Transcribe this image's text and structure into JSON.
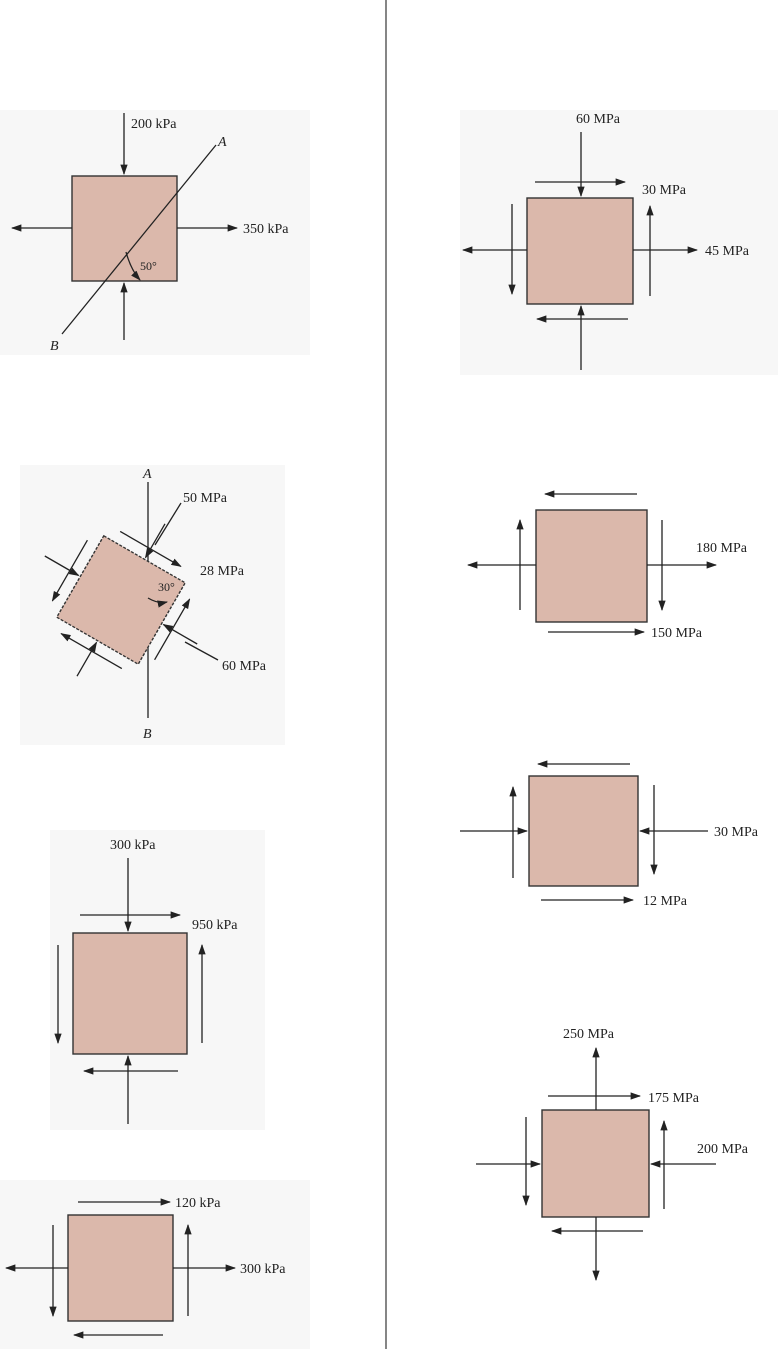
{
  "colors": {
    "element_fill": "#dbb8ab",
    "element_stroke": "#333333",
    "line": "#222222",
    "panel_bg": "#f7f7f7"
  },
  "figures": [
    {
      "id": "fig-a",
      "labels": {
        "stress_top": "200 kPa",
        "stress_right": "350 kPa",
        "angle": "50°",
        "axis_a": "A",
        "axis_b": "B"
      }
    },
    {
      "id": "fig-b",
      "labels": {
        "stress_a": "50 MPa",
        "stress_b": "28 MPa",
        "stress_c": "60 MPa",
        "angle": "30°",
        "axis_a": "A",
        "axis_b": "B"
      }
    },
    {
      "id": "fig-c",
      "labels": {
        "stress_top": "300 kPa",
        "stress_shear": "950 kPa"
      }
    },
    {
      "id": "fig-d",
      "labels": {
        "stress_shear": "120 kPa",
        "stress_right": "300 kPa"
      }
    },
    {
      "id": "fig-e",
      "labels": {
        "stress_top": "60 MPa",
        "stress_shear": "30 MPa",
        "stress_right": "45 MPa"
      }
    },
    {
      "id": "fig-f",
      "labels": {
        "stress_right": "180 MPa",
        "stress_shear": "150 MPa"
      }
    },
    {
      "id": "fig-g",
      "labels": {
        "stress_right": "30 MPa",
        "stress_shear": "12 MPa"
      }
    },
    {
      "id": "fig-h",
      "labels": {
        "stress_top": "250 MPa",
        "stress_shear": "175 MPa",
        "stress_right": "200 MPa"
      }
    }
  ]
}
